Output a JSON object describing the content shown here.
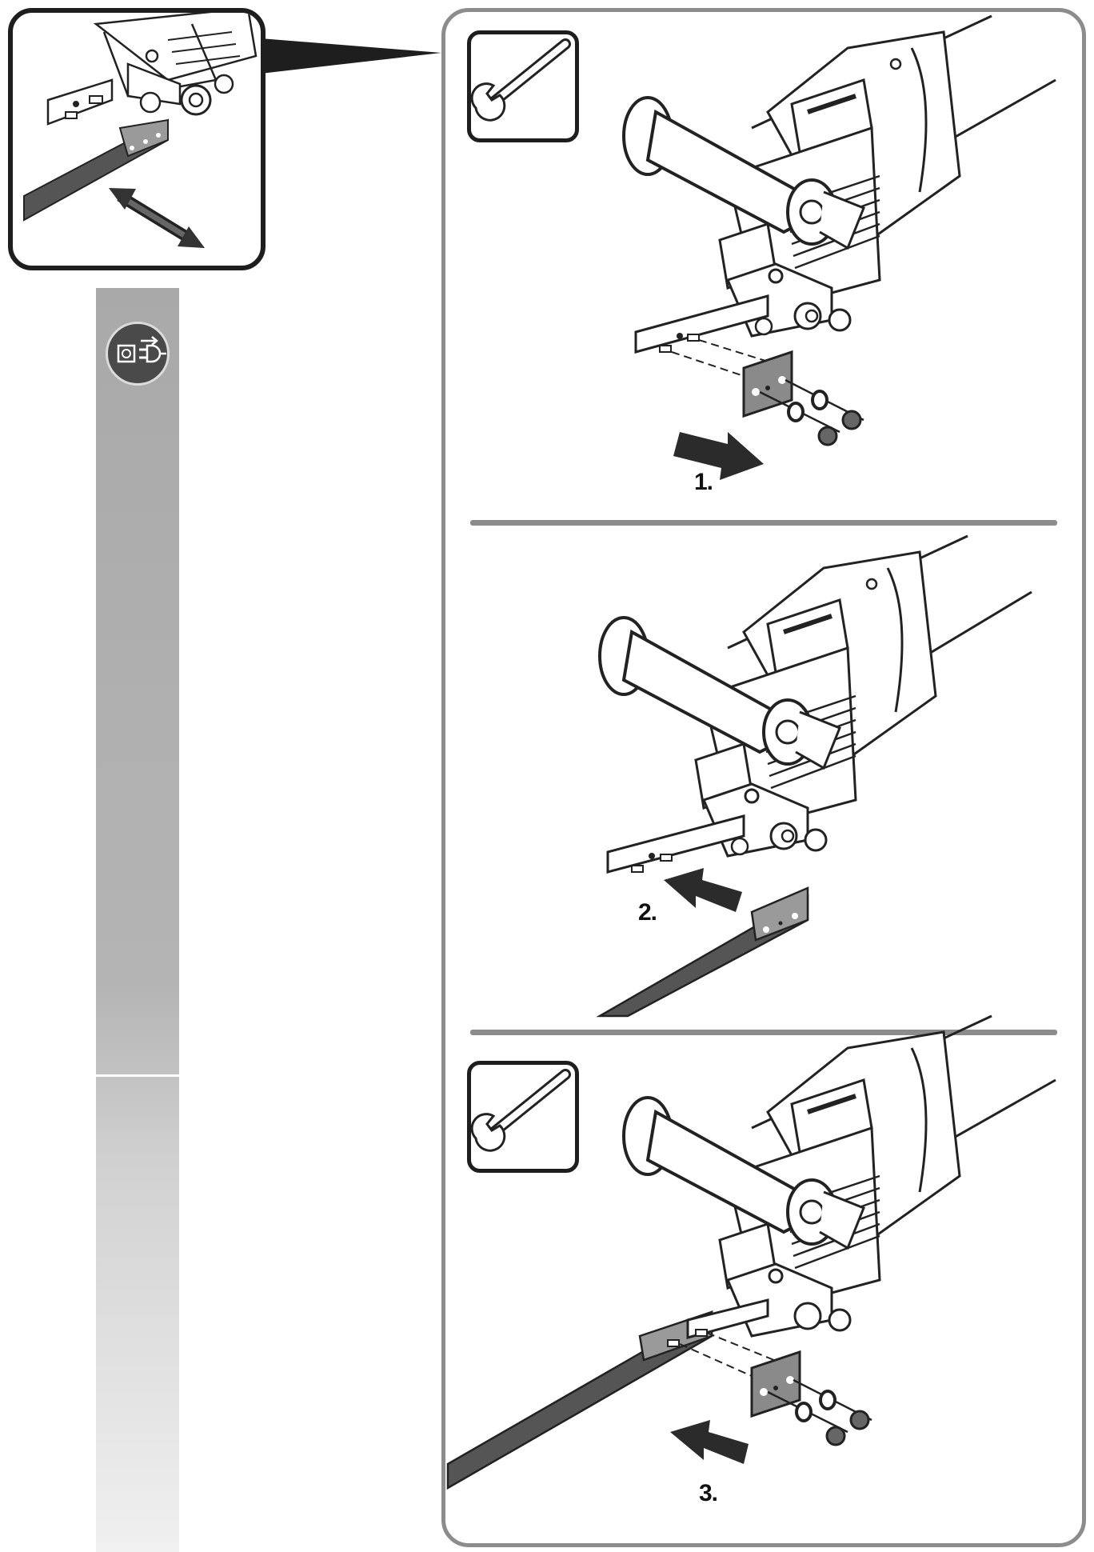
{
  "steps": [
    {
      "label": "1."
    },
    {
      "label": "2."
    },
    {
      "label": "3."
    }
  ],
  "icons": {
    "unplug": "unplug-power-icon",
    "wrench": "wrench-icon",
    "arrow": "direction-arrow-icon"
  },
  "colors": {
    "frame_dark": "#1e1e1e",
    "frame_gray": "#8c8c8c",
    "strip_gray": "#b0b0b0",
    "arrow_fill": "#2b2b2b",
    "rack_fill": "#555555",
    "plate_fill": "#8a8a8a"
  }
}
